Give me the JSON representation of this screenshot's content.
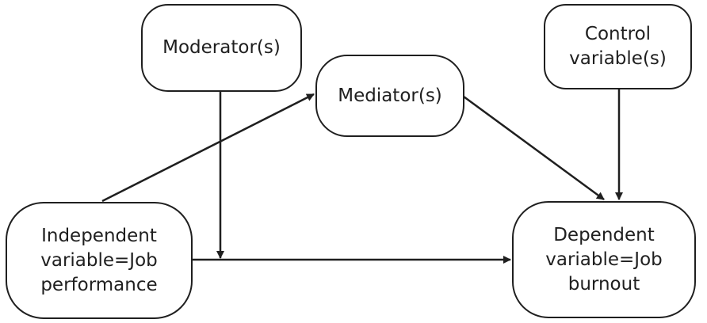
{
  "nodes": {
    "moderator": {
      "label": "Moderator(s)"
    },
    "mediator": {
      "label": "Mediator(s)"
    },
    "control": {
      "label": "Control\nvariable(s)"
    },
    "independent": {
      "label": "Independent\nvariable=Job\nperformance"
    },
    "dependent": {
      "label": "Dependent\nvariable=Job\nburnout"
    }
  },
  "edges": [
    {
      "from": "independent",
      "to": "mediator"
    },
    {
      "from": "mediator",
      "to": "dependent"
    },
    {
      "from": "control",
      "to": "dependent"
    },
    {
      "from": "independent",
      "to": "dependent"
    },
    {
      "from": "moderator",
      "to": "independent-dependent path"
    }
  ],
  "colors": {
    "stroke": "#1f1f1f",
    "background": "#ffffff"
  }
}
